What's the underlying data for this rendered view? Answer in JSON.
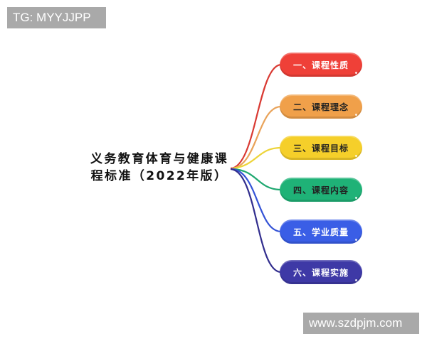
{
  "watermarks": {
    "top_left": "TG: MYYJJPP",
    "bottom_right": "www.szdpjm.com"
  },
  "root": {
    "line1": "义务教育体育与健康课",
    "line2": "程标准（2022年版）"
  },
  "branches": [
    {
      "label": "一、课程性质",
      "color": "#ef4038",
      "line_color": "#d93a33",
      "text_color": "#ffffff"
    },
    {
      "label": "二、课程理念",
      "color": "#f0a04a",
      "line_color": "#e9a35a",
      "text_color": "#222222"
    },
    {
      "label": "三、课程目标",
      "color": "#f5cf2a",
      "line_color": "#edd43a",
      "text_color": "#222222"
    },
    {
      "label": "四、课程内容",
      "color": "#1fb277",
      "line_color": "#1fa870",
      "text_color": "#222222"
    },
    {
      "label": "五、学业质量",
      "color": "#3a5ee6",
      "line_color": "#3453d6",
      "text_color": "#ffffff"
    },
    {
      "label": "六、课程实施",
      "color": "#3e39a6",
      "line_color": "#322e8e",
      "text_color": "#ffffff"
    }
  ]
}
